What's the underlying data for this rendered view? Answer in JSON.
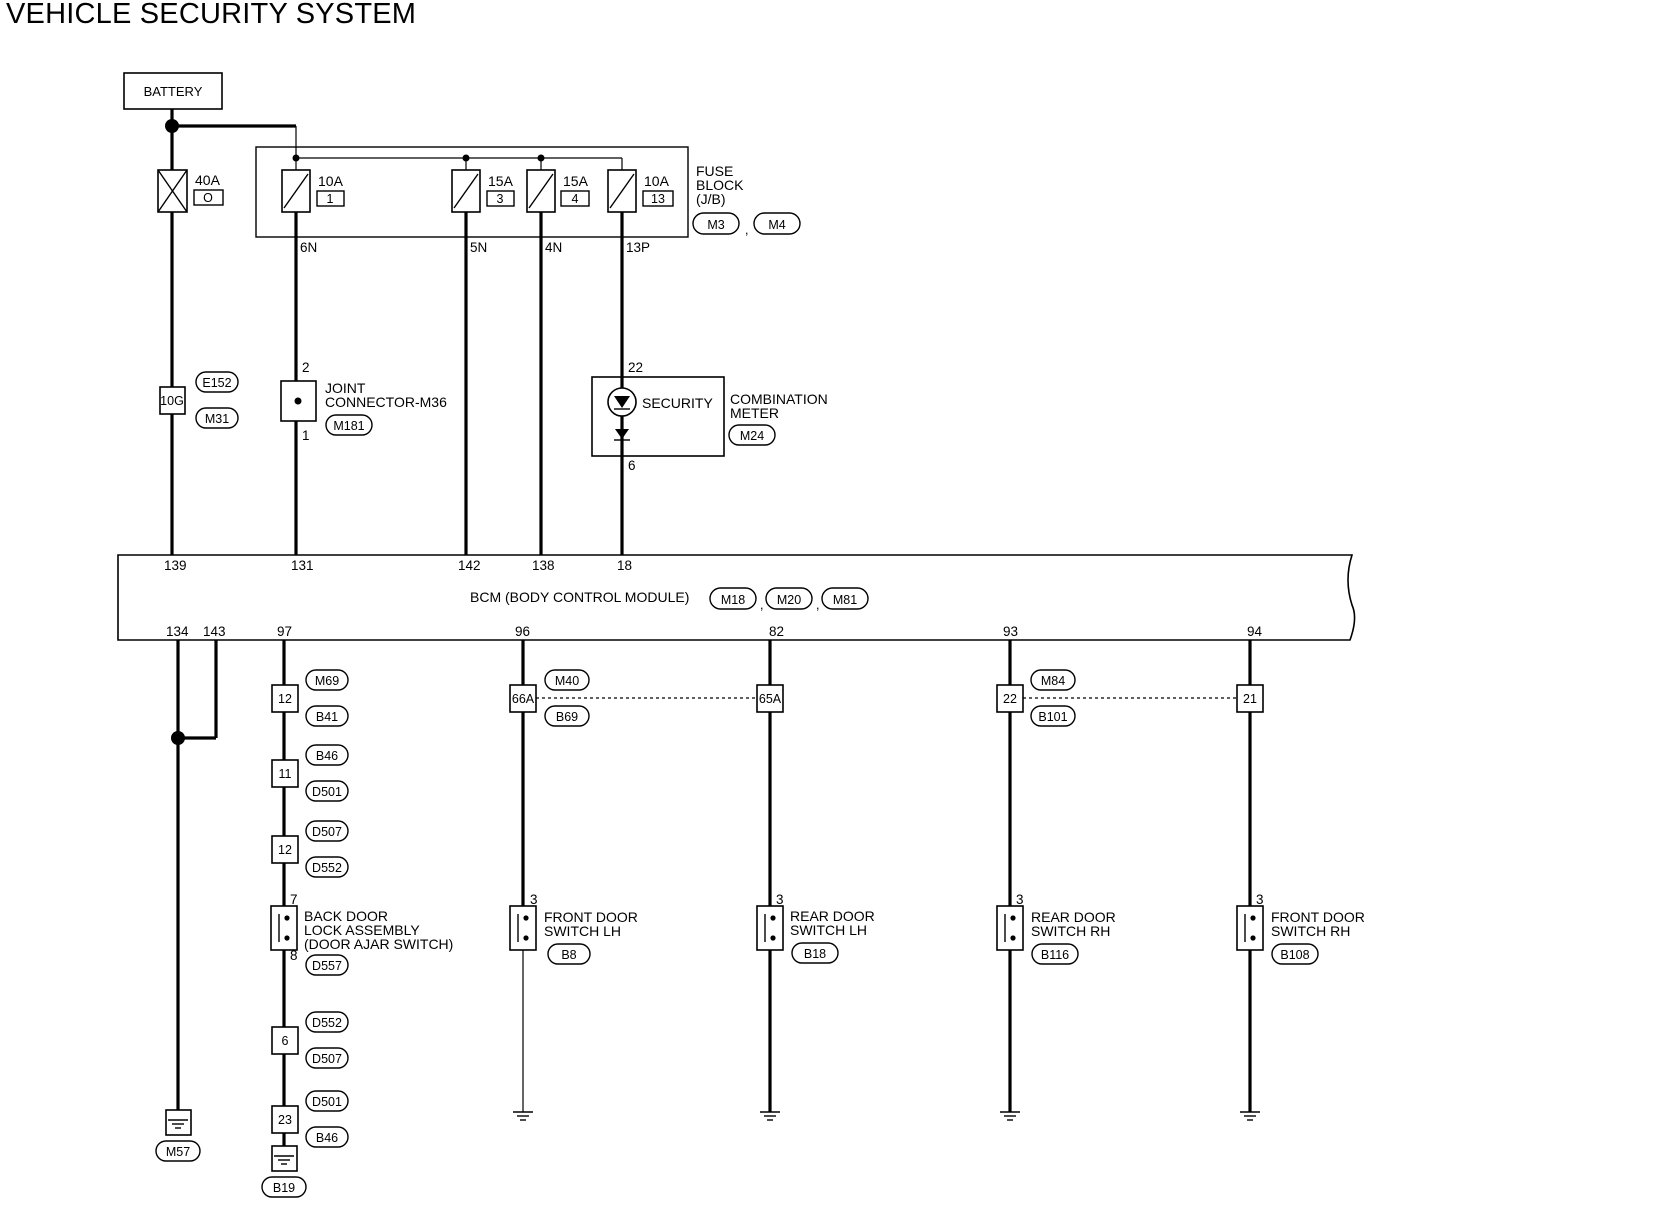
{
  "title": "VEHICLE SECURITY SYSTEM",
  "battery": {
    "label": "BATTERY"
  },
  "fusible_link": {
    "rating": "40A",
    "id": "O"
  },
  "fuse_block": {
    "label_lines": [
      "FUSE",
      "BLOCK",
      "(J/B)"
    ],
    "connectors": [
      "M3",
      "M4"
    ],
    "separator": ",",
    "fuses": [
      {
        "rating": "10A",
        "number": "1",
        "terminal": "6N"
      },
      {
        "rating": "15A",
        "number": "3",
        "terminal": "5N"
      },
      {
        "rating": "15A",
        "number": "4",
        "terminal": "4N"
      },
      {
        "rating": "10A",
        "number": "13",
        "terminal": "13P"
      }
    ]
  },
  "harness_10g": {
    "terminal": "10G",
    "connectors": [
      "E152",
      "M31"
    ]
  },
  "joint_connector": {
    "label_lines": [
      "JOINT",
      "CONNECTOR-M36"
    ],
    "connector": "M181",
    "pin_top": "2",
    "pin_bottom": "1"
  },
  "combination_meter": {
    "indicator": "SECURITY",
    "label_lines": [
      "COMBINATION",
      "METER"
    ],
    "connector": "M24",
    "pin_top": "22",
    "pin_bottom": "6"
  },
  "bcm": {
    "label": "BCM (BODY CONTROL MODULE)",
    "connectors": [
      "M18",
      "M20",
      "M81"
    ],
    "separator": ",",
    "top_pins": [
      "139",
      "131",
      "142",
      "138",
      "18"
    ],
    "bottom_pins": [
      "134",
      "143",
      "97",
      "96",
      "82",
      "93",
      "94"
    ]
  },
  "back_door_chain": {
    "inline_1": {
      "terminal": "12",
      "connectors": [
        "M69",
        "B41"
      ]
    },
    "inline_2": {
      "terminal": "11",
      "connectors": [
        "B46",
        "D501"
      ]
    },
    "inline_3": {
      "terminal": "12",
      "connectors": [
        "D507",
        "D552"
      ]
    },
    "switch": {
      "label_lines": [
        "BACK DOOR",
        "LOCK ASSEMBLY",
        "(DOOR AJAR SWITCH)"
      ],
      "connector": "D557",
      "pin_top": "7",
      "pin_bottom": "8"
    },
    "inline_4": {
      "terminal": "6",
      "connectors": [
        "D552",
        "D507"
      ]
    },
    "inline_5": {
      "terminal": "23",
      "connectors": [
        "D501",
        "B46"
      ]
    },
    "ground": "B19"
  },
  "inline_lh": {
    "terminal_front": "66A",
    "terminal_rear": "65A",
    "connectors": [
      "M40",
      "B69"
    ]
  },
  "inline_rh": {
    "terminal_rear": "22",
    "terminal_front": "21",
    "connectors": [
      "M84",
      "B101"
    ]
  },
  "door_switches": [
    {
      "label_lines": [
        "FRONT DOOR",
        "SWITCH LH"
      ],
      "connector": "B8",
      "pin": "3"
    },
    {
      "label_lines": [
        "REAR DOOR",
        "SWITCH LH"
      ],
      "connector": "B18",
      "pin": "3"
    },
    {
      "label_lines": [
        "REAR DOOR",
        "SWITCH RH"
      ],
      "connector": "B116",
      "pin": "3"
    },
    {
      "label_lines": [
        "FRONT DOOR",
        "SWITCH RH"
      ],
      "connector": "B108",
      "pin": "3"
    }
  ],
  "bcm_ground": "M57"
}
